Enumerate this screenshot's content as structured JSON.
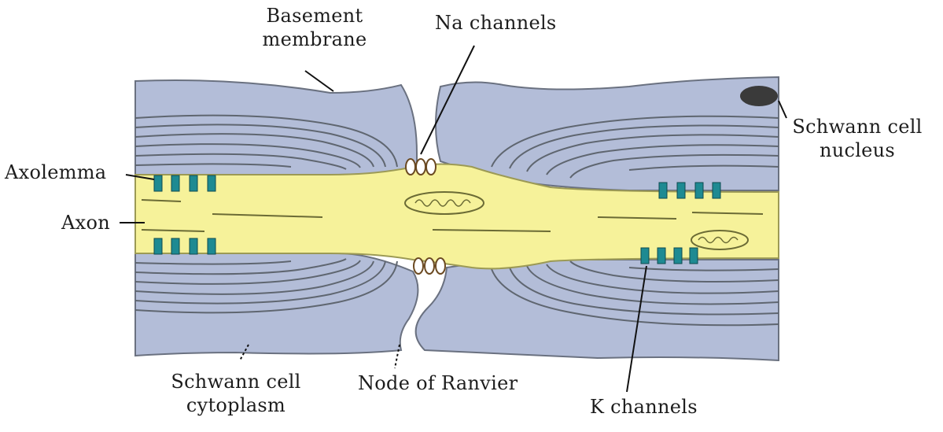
{
  "labels": {
    "basement_membrane": [
      "Basement",
      "membrane"
    ],
    "na_channels": "Na channels",
    "schwann_nucleus": [
      "Schwann cell",
      "nucleus"
    ],
    "axolemma": "Axolemma",
    "axon": "Axon",
    "schwann_cytoplasm": [
      "Schwann cell",
      "cytoplasm"
    ],
    "node_of_ranvier": "Node of Ranvier",
    "k_channels": "K channels"
  },
  "colors": {
    "axon": "#f6f29a",
    "cytoplasm": "#b3bdd8",
    "myelin_line": "#5f6670",
    "channel": "#1e8a92",
    "nucleus": "#3a3a3a",
    "leader": "#111111"
  }
}
